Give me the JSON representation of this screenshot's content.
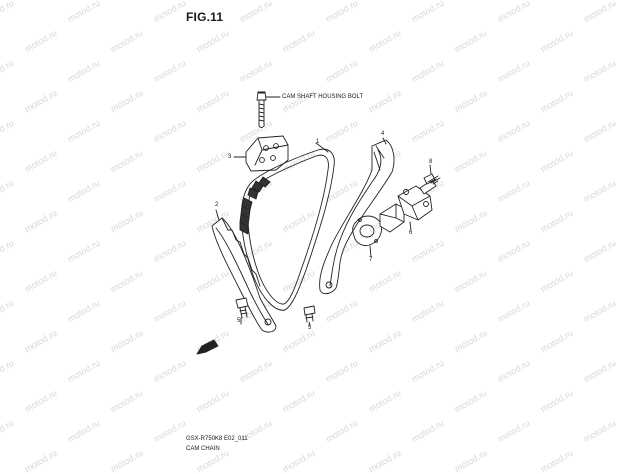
{
  "figure": {
    "title": "FIG.11",
    "callouts": {
      "camshaft_bolt": "CAM SHAFT HOUSING BOLT"
    },
    "part_numbers": [
      "1",
      "2",
      "3",
      "4",
      "5",
      "5",
      "6",
      "7",
      "8"
    ],
    "footer": {
      "model_code": "GSX-R750K8 E02_011",
      "section_name": "CAM CHAIN"
    },
    "watermark": "motod.ru"
  }
}
